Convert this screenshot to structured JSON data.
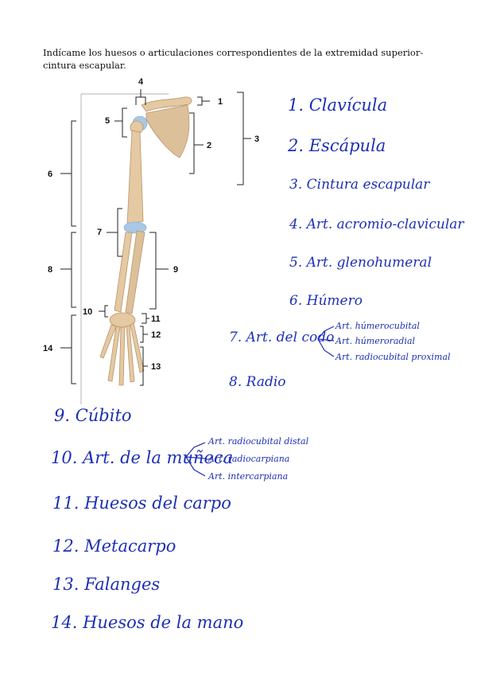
{
  "instruction": "Indícame los huesos o articulaciones correspondientes de la extremidad superior-cintura escapular.",
  "figure_numbers": [
    "1",
    "2",
    "3",
    "4",
    "5",
    "6",
    "7",
    "8",
    "9",
    "10",
    "11",
    "12",
    "13",
    "14"
  ],
  "answers": {
    "a1": "1. Clavícula",
    "a2": "2. Escápula",
    "a3": "3. Cintura escapular",
    "a4": "4. Art. acromio-clavicular",
    "a5": "5. Art. glenohumeral",
    "a6": "6. Húmero",
    "a7": "7. Art. del codo",
    "a7_sub": [
      "Art. húmerocubital",
      "Art. húmeroradial",
      "Art. radiocubital proximal"
    ],
    "a8": "8. Radio",
    "a9": "9. Cúbito",
    "a10": "10. Art. de la muñeca",
    "a10_sub": [
      "Art. radiocubital distal",
      "Art. radiocarpiana",
      "Art. intercarpiana"
    ],
    "a11": "11. Huesos del carpo",
    "a12": "12. Metacarpo",
    "a13": "13. Falanges",
    "a14": "14. Huesos de la mano"
  },
  "colors": {
    "ink": "#1d2fb5",
    "bone": "#e4c9a2",
    "bone_shadow": "#c9a77c",
    "cartilage": "#a9c8e6"
  }
}
